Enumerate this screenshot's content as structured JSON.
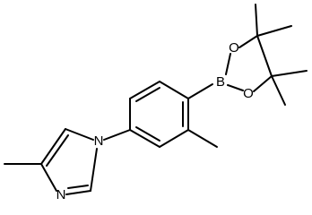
{
  "molecule": {
    "atoms": {
      "N_imidazole_1": "N",
      "N_imidazole_3": "N",
      "B": "B",
      "O_upper": "O",
      "O_lower": "O"
    },
    "colors": {
      "bond": "#000000",
      "label": "#000000",
      "background": "#ffffff"
    }
  }
}
